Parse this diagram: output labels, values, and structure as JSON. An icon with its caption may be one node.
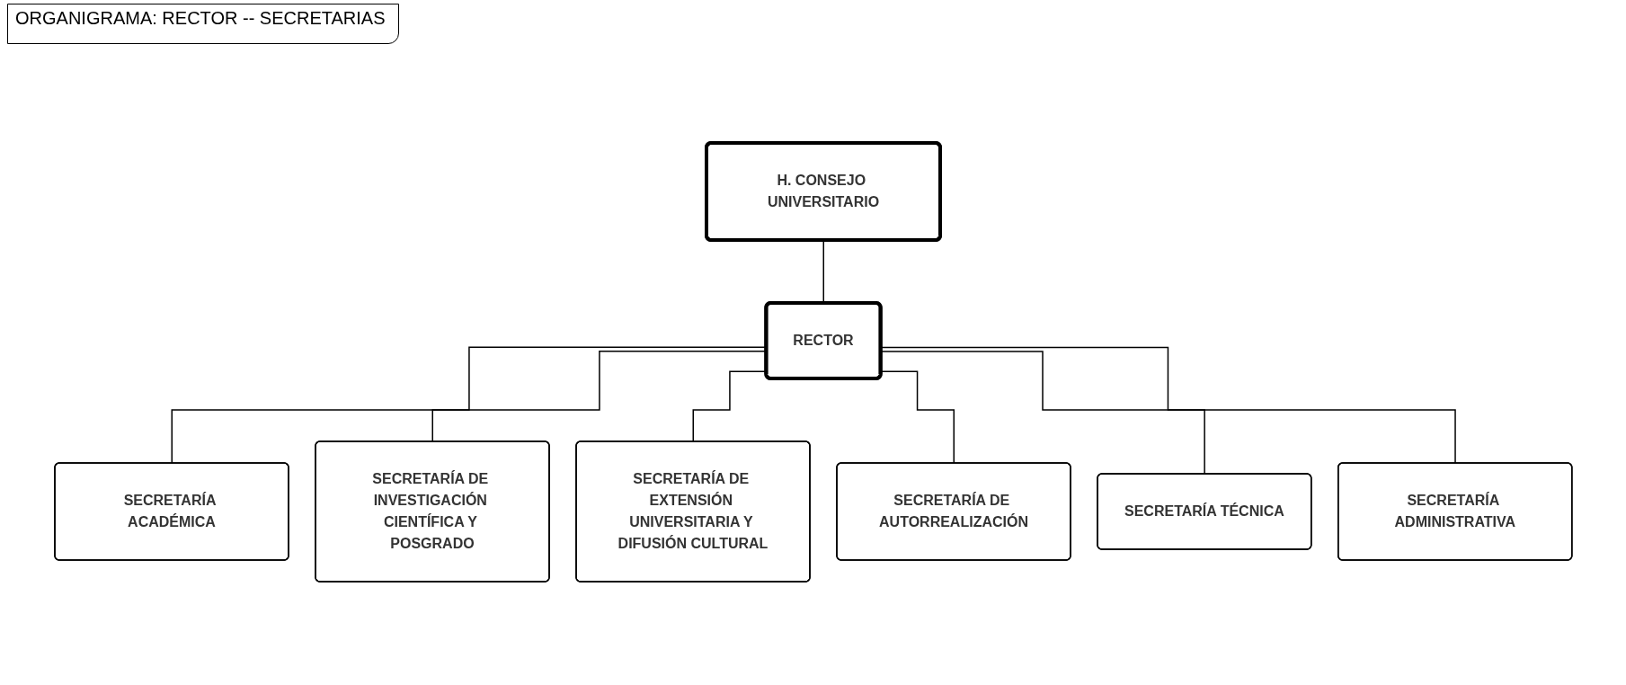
{
  "diagram": {
    "title": "ORGANIGRAMA: RECTOR -- SECRETARIAS",
    "nodes": [
      {
        "text": [
          "H. CONSEJO UNIVERSITARIO"
        ]
      },
      {
        "text": [
          "RECTOR"
        ]
      },
      {
        "text": [
          "SECRETARÍA ACADÉMICA"
        ]
      },
      {
        "text": [
          "SECRETARÍA DE INVESTIGACIÓN CIENTÍFICA Y POSGRADO"
        ]
      },
      {
        "text": [
          "SECRETARÍA DE EXTENSIÓN UNIVERSITARIA Y DIFUSIÓN CULTURAL"
        ]
      },
      {
        "text": [
          "SECRETARÍA DE AUTORREALIZACIÓN"
        ]
      },
      {
        "text": [
          "SECRETARÍA TÉCNICA"
        ]
      },
      {
        "text": [
          "SECRETARÍA ADMINISTRATIVA"
        ]
      }
    ],
    "edges": [
      {
        "from": 0,
        "to": 1,
        "arrow": "none"
      },
      {
        "from": 1,
        "to": 2,
        "arrow": "none"
      },
      {
        "from": 1,
        "to": 3,
        "arrow": "none"
      },
      {
        "from": 1,
        "to": 4,
        "arrow": "none"
      },
      {
        "from": 1,
        "to": 5,
        "arrow": "none"
      },
      {
        "from": 1,
        "to": 6,
        "arrow": "none"
      },
      {
        "from": 1,
        "to": 7,
        "arrow": "none"
      }
    ]
  }
}
